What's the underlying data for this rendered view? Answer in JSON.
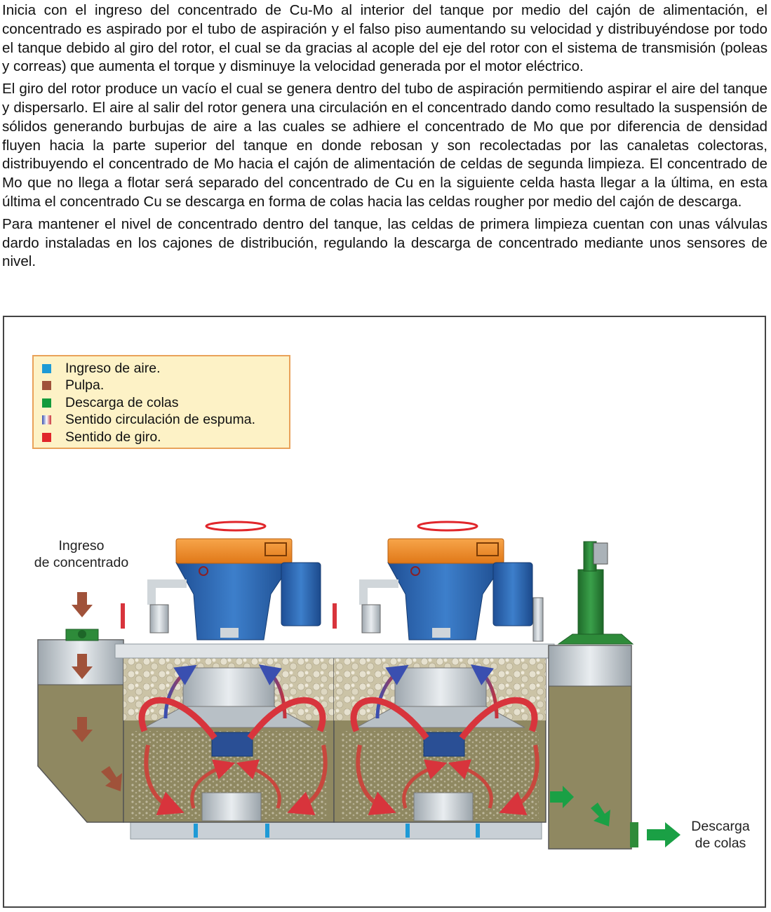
{
  "paragraphs": [
    "Inicia con el ingreso del concentrado de Cu-Mo al interior del tanque por medio del cajón de alimentación, el concentrado es aspirado por el tubo de aspiración y el falso piso aumentando su velocidad y distribuyéndose por todo el tanque debido al giro del rotor, el cual se da gracias al acople del eje del rotor con el sistema de transmisión (poleas y correas) que aumenta el torque y disminuye la velocidad generada por el motor eléctrico.",
    "El giro del rotor produce un vacío el cual se genera dentro del tubo de aspiración permitiendo aspirar el aire del tanque y dispersarlo. El aire al salir del rotor genera una circulación en el concentrado dando como resultado la suspensión de sólidos generando burbujas de aire a las cuales se adhiere el concentrado de Mo que por diferencia de densidad fluyen hacia la parte superior del tanque en donde rebosan y son recolectadas por las canaletas colectoras, distribuyendo el concentrado de Mo hacia el cajón de alimentación de celdas de segunda limpieza. El concentrado de Mo que no llega a flotar será separado del concentrado de Cu en la siguiente celda hasta llegar a la última, en esta última el concentrado Cu se descarga en forma de colas hacia las celdas rougher por medio del cajón de descarga.",
    "Para mantener el nivel de concentrado dentro del tanque, las celdas de primera limpieza cuentan con unas válvulas dardo instaladas en los cajones de distribución, regulando la descarga de concentrado mediante unos sensores de nivel."
  ],
  "legend": [
    {
      "label": "Ingreso de aire.",
      "color": "#1e9ad6"
    },
    {
      "label": "Pulpa.",
      "color": "#a0523a"
    },
    {
      "label": "Descarga de colas",
      "color": "#139a3c"
    },
    {
      "label": "Sentido circulación de espuma.",
      "color": "#3a4fb0",
      "color2": "#c8323a"
    },
    {
      "label": "Sentido de giro.",
      "color": "#e0262b"
    }
  ],
  "labels": {
    "ingreso_line1": "Ingreso",
    "ingreso_line2": "de concentrado",
    "descarga_line1": "Descarga",
    "descarga_line2": "de colas"
  },
  "colors": {
    "pulp": "#8f8861",
    "froth": "#cfc8ad",
    "orange_cover": "#f08a22",
    "blue_body": "#2a5fa8",
    "green_valve": "#2e8b3a",
    "red_arrow": "#d8343c",
    "brown_arrow": "#a0523a",
    "green_arrow": "#1aa045"
  }
}
